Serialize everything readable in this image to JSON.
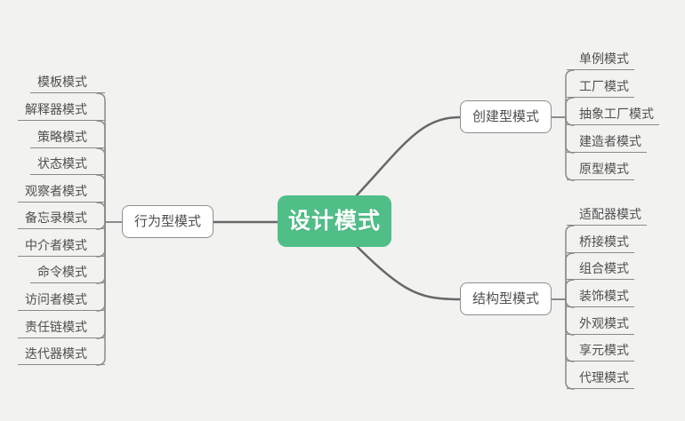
{
  "root": {
    "label": "设计模式"
  },
  "branches": [
    {
      "label": "创建型模式",
      "children": [
        "单例模式",
        "工厂模式",
        "抽象工厂模式",
        "建造者模式",
        "原型模式"
      ]
    },
    {
      "label": "结构型模式",
      "children": [
        "适配器模式",
        "桥接模式",
        "组合模式",
        "装饰模式",
        "外观模式",
        "享元模式",
        "代理模式"
      ]
    },
    {
      "label": "行为型模式",
      "children": [
        "模板模式",
        "解释器模式",
        "策略模式",
        "状态模式",
        "观察者模式",
        "备忘录模式",
        "中介者模式",
        "命令模式",
        "访问者模式",
        "责任链模式",
        "迭代器模式"
      ]
    }
  ],
  "colors": {
    "background": "#f2f2f0",
    "root_fill": "#4fbe87",
    "root_text": "#ffffff",
    "node_border": "#8e8e8e",
    "node_text": "#4f4f4f",
    "main_line": "#686868",
    "child_line": "#8a8a8a"
  }
}
